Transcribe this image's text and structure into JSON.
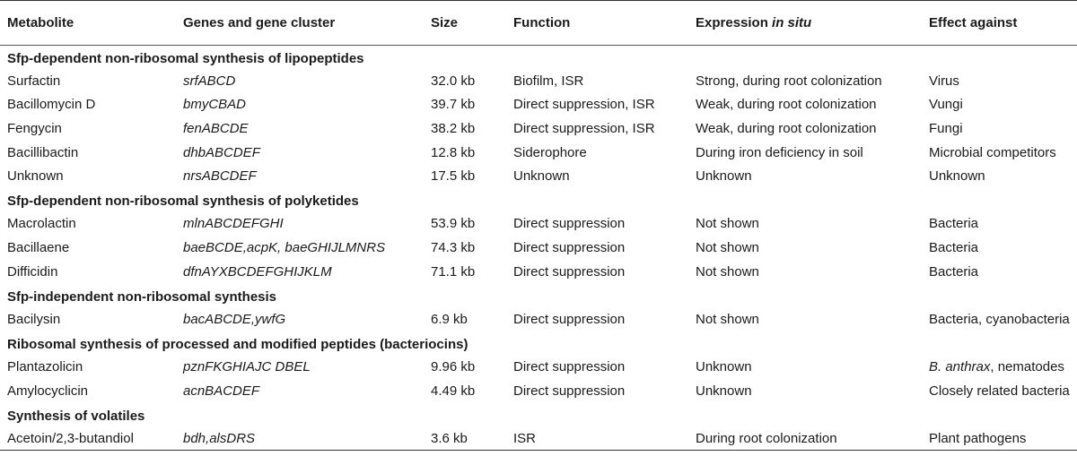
{
  "headers": {
    "metabolite": "Metabolite",
    "genes": "Genes and gene cluster",
    "size": "Size",
    "function": "Function",
    "expression_prefix": "Expression ",
    "expression_italic": "in situ",
    "effect": "Effect against"
  },
  "sections": [
    {
      "title": "Sfp-dependent non-ribosomal synthesis of lipopeptides",
      "rows": [
        {
          "metabolite": "Surfactin",
          "genes": "srfABCD",
          "size": "32.0 kb",
          "function": "Biofilm, ISR",
          "expression": "Strong, during root colonization",
          "effect": "Virus"
        },
        {
          "metabolite": "Bacillomycin D",
          "genes": "bmyCBAD",
          "size": "39.7 kb",
          "function": "Direct suppression, ISR",
          "expression": "Weak, during root colonization",
          "effect": "Vungi"
        },
        {
          "metabolite": "Fengycin",
          "genes": "fenABCDE",
          "size": "38.2 kb",
          "function": "Direct suppression, ISR",
          "expression": "Weak, during root colonization",
          "effect": "Fungi"
        },
        {
          "metabolite": "Bacillibactin",
          "genes": "dhbABCDEF",
          "size": "12.8 kb",
          "function": "Siderophore",
          "expression": "During iron deficiency in soil",
          "effect": "Microbial competitors"
        },
        {
          "metabolite": "Unknown",
          "genes": "nrsABCDEF",
          "size": "17.5 kb",
          "function": "Unknown",
          "expression": "Unknown",
          "effect": "Unknown"
        }
      ]
    },
    {
      "title": "Sfp-dependent non-ribosomal synthesis of polyketides",
      "rows": [
        {
          "metabolite": "Macrolactin",
          "genes": "mlnABCDEFGHI",
          "size": "53.9 kb",
          "function": "Direct suppression",
          "expression": "Not shown",
          "effect": "Bacteria"
        },
        {
          "metabolite": "Bacillaene",
          "genes": "baeBCDE,acpK, baeGHIJLMNRS",
          "size": "74.3 kb",
          "function": "Direct suppression",
          "expression": "Not shown",
          "effect": "Bacteria"
        },
        {
          "metabolite": "Difficidin",
          "genes": "dfnAYXBCDEFGHIJKLM",
          "size": "71.1 kb",
          "function": "Direct suppression",
          "expression": "Not shown",
          "effect": "Bacteria"
        }
      ]
    },
    {
      "title": "Sfp-independent non-ribosomal synthesis",
      "rows": [
        {
          "metabolite": "Bacilysin",
          "genes": "bacABCDE,ywfG",
          "size": "6.9 kb",
          "function": "Direct suppression",
          "expression": "Not shown",
          "effect": "Bacteria, cyanobacteria"
        }
      ]
    },
    {
      "title": "Ribosomal synthesis of processed and modified peptides (bacteriocins)",
      "rows": [
        {
          "metabolite": "Plantazolicin",
          "genes": "pznFKGHIAJC DBEL",
          "size": "9.96 kb",
          "function": "Direct suppression",
          "expression": "Unknown",
          "effect": "B. anthrax, nematodes",
          "effect_italic": "B. anthrax",
          "effect_rest": ", nematodes"
        },
        {
          "metabolite": "Amylocyclicin",
          "genes": "acnBACDEF",
          "size": "4.49 kb",
          "function": "Direct suppression",
          "expression": "Unknown",
          "effect": "Closely related bacteria"
        }
      ]
    },
    {
      "title": "Synthesis of volatiles",
      "rows": [
        {
          "metabolite": "Acetoin/2,3-butandiol",
          "genes": "bdh,alsDRS",
          "size": "3.6 kb",
          "function": "ISR",
          "expression": "During root colonization",
          "effect": "Plant pathogens"
        }
      ]
    }
  ]
}
